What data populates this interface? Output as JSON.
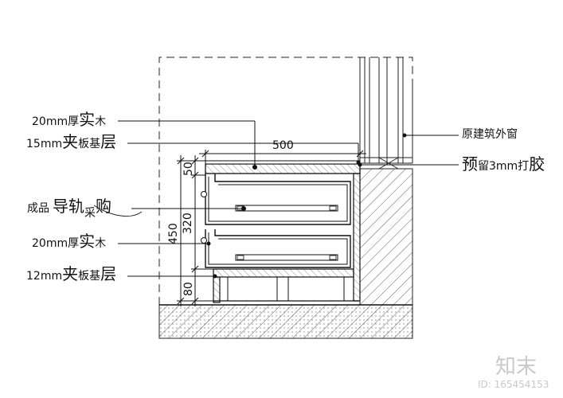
{
  "labels": {
    "l1a": "20mm厚",
    "l1b": "实",
    "l1c": "木",
    "l2a": "15mm",
    "l2b": "夹",
    "l2c": "板基",
    "l2d": "层",
    "l3a": "成品",
    "l3b": "导轨",
    "l3c": "采",
    "l3d": "购",
    "l4a": "20mm厚",
    "l4b": "实",
    "l4c": "木",
    "l5a": "12mm",
    "l5b": "夹",
    "l5c": "板基",
    "l5d": "层",
    "r1": "原建筑外窗",
    "r2a": "预",
    "r2b": "留3mm打",
    "r2c": "胶"
  },
  "dimensions": {
    "width": "500",
    "top": "50",
    "drawer": "320",
    "total": "450",
    "bottom": "80"
  },
  "watermark": {
    "logo": "知末",
    "id": "ID: 165454153"
  }
}
